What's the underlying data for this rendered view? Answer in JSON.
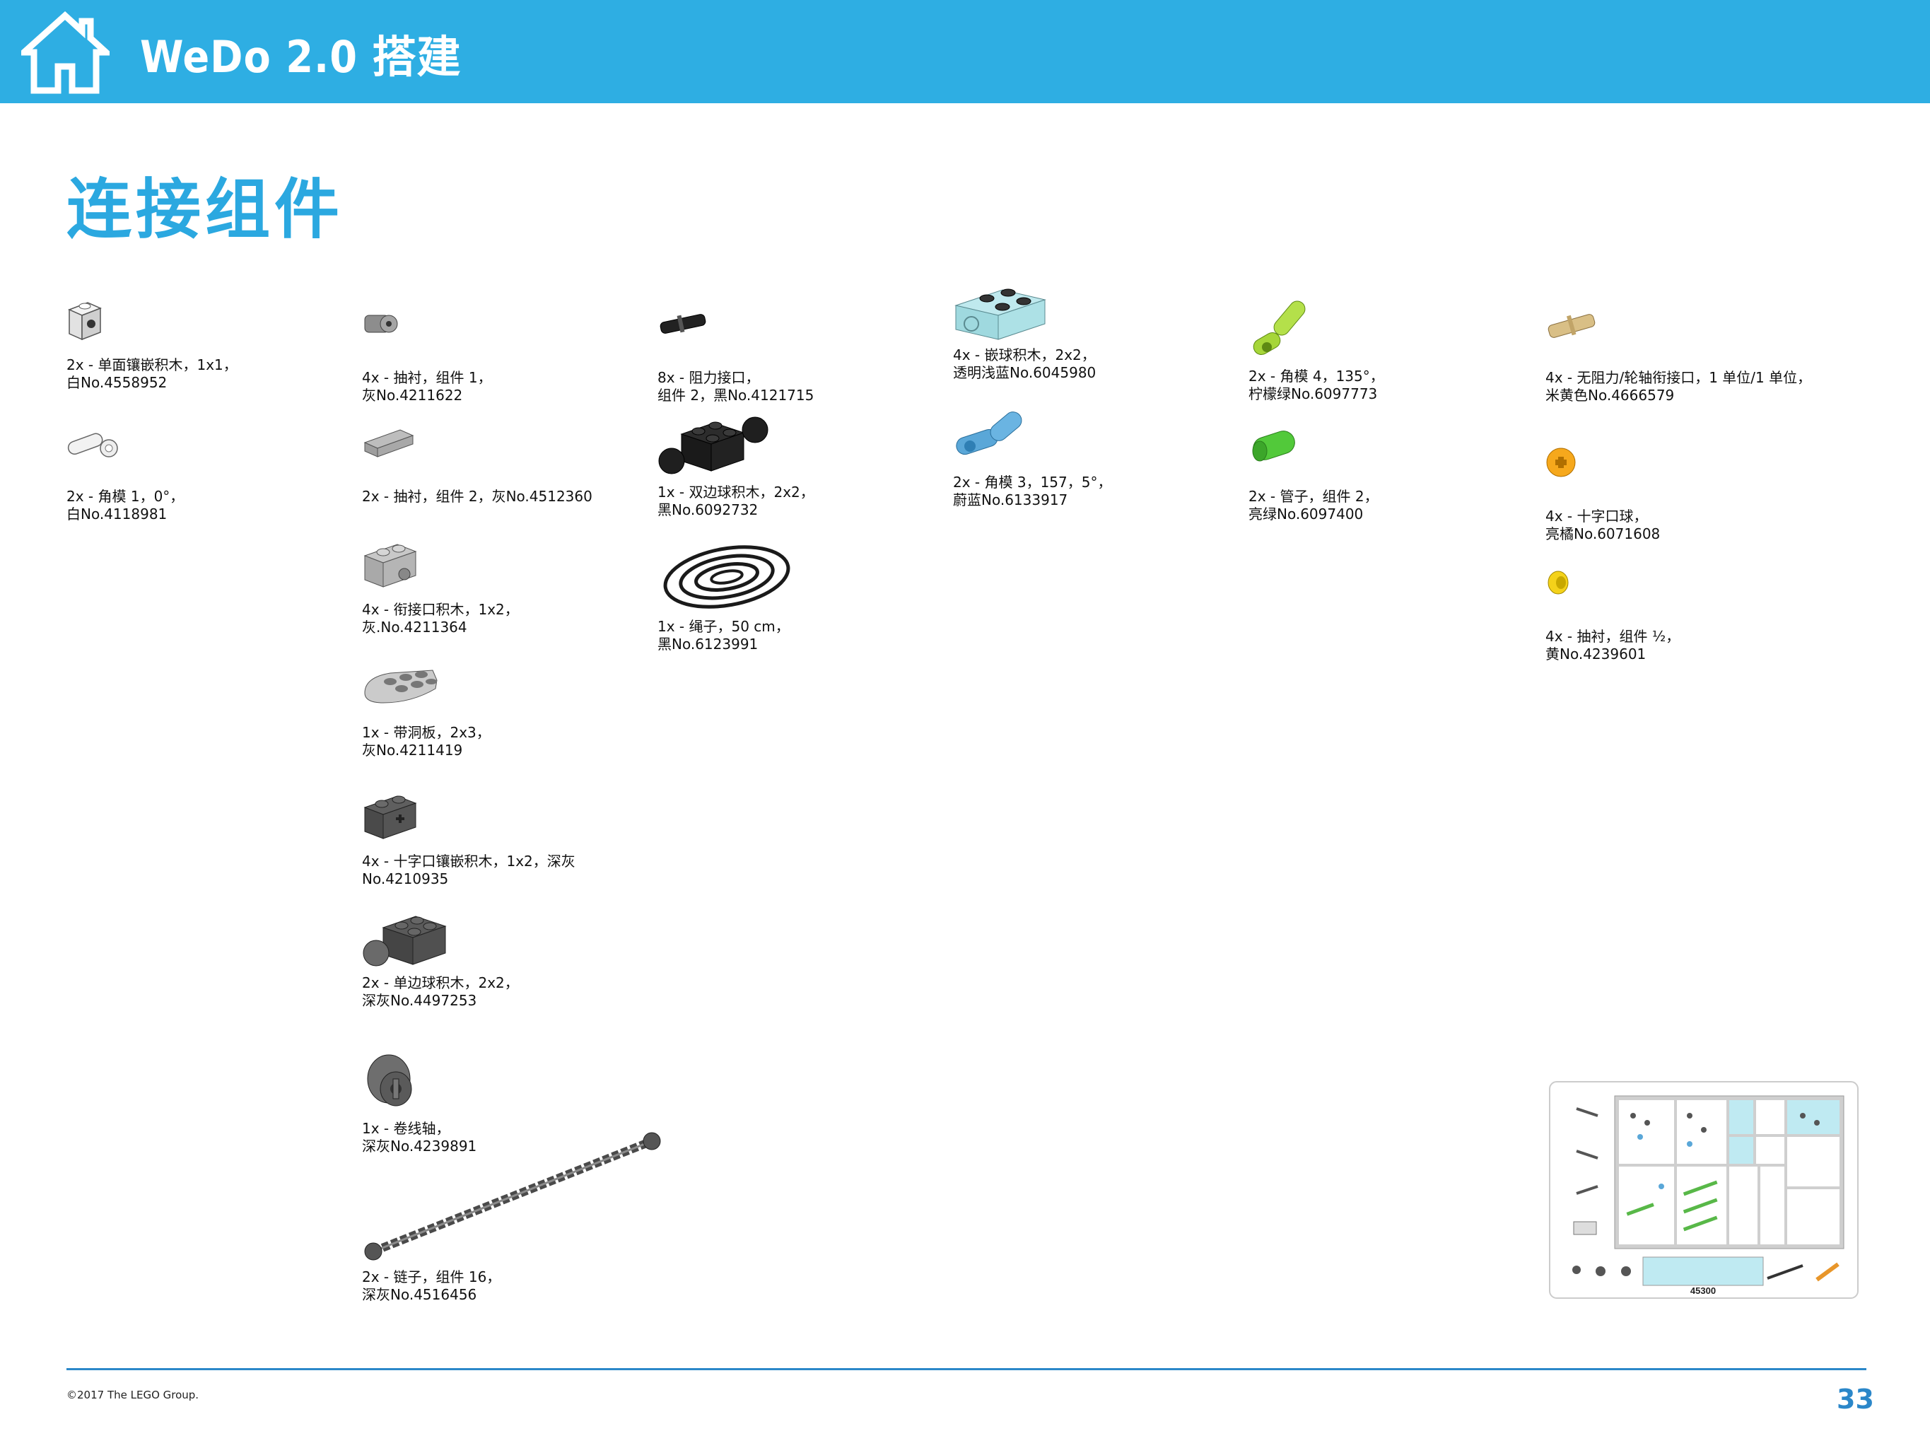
{
  "header": {
    "title": "WeDo 2.0 搭建",
    "bg_color": "#2eaee3",
    "home_icon": "home-icon"
  },
  "page": {
    "title": "连接组件",
    "title_color": "#2ba8e0"
  },
  "parts": {
    "p1": {
      "label": "2x - 单面镶嵌积木，1x1，\n白No.4558952"
    },
    "p2": {
      "label": "2x - 角模 1，0°，\n白No.4118981"
    },
    "p3": {
      "label": "4x - 抽衬，组件 1，\n灰No.4211622"
    },
    "p4": {
      "label": "2x - 抽衬，组件 2，灰No.4512360"
    },
    "p5": {
      "label": "4x - 衔接口积木，1x2，\n灰.No.4211364"
    },
    "p6": {
      "label": "1x - 带洞板，2x3，\n灰No.4211419"
    },
    "p7": {
      "label": "4x - 十字口镶嵌积木，1x2，深灰\nNo.4210935"
    },
    "p8": {
      "label": "2x - 单边球积木，2x2，\n深灰No.4497253"
    },
    "p9": {
      "label": "1x - 卷线轴，\n深灰No.4239891"
    },
    "p10": {
      "label": "2x - 链子，组件 16，\n深灰No.4516456"
    },
    "p11": {
      "label": "8x - 阻力接口，\n组件 2，黑No.4121715"
    },
    "p12": {
      "label": "1x - 双边球积木，2x2，\n黑No.6092732"
    },
    "p13": {
      "label": "1x - 绳子，50 cm，\n黑No.6123991"
    },
    "p14": {
      "label": "4x - 嵌球积木，2x2，\n透明浅蓝No.6045980"
    },
    "p15": {
      "label": "2x - 角模 3，157，5°，\n蔚蓝No.6133917"
    },
    "p16": {
      "label": "2x - 角模 4，135°，\n柠檬绿No.6097773"
    },
    "p17": {
      "label": "2x - 管子，组件 2，\n亮绿No.6097400"
    },
    "p18": {
      "label": "4x - 无阻力/轮轴衔接口，1 单位/1 单位，\n米黄色No.4666579"
    },
    "p19": {
      "label": "4x - 十字口球，\n亮橘No.6071608"
    },
    "p20": {
      "label": "4x - 抽衬，组件 ½，\n黄No.4239601"
    }
  },
  "tray": {
    "label": "45300"
  },
  "footer": {
    "copyright": "©2017 The LEGO Group.",
    "page_number": "33",
    "line_color": "#2b87c9"
  }
}
